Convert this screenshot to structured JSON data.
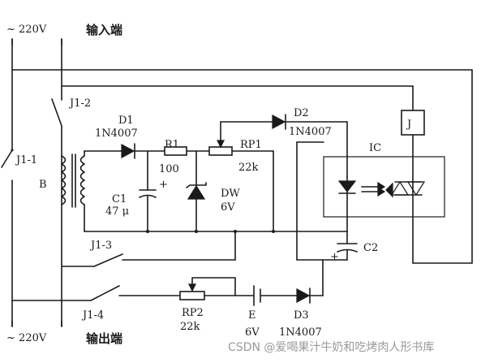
{
  "labels": {
    "ac_top": "~ 220V",
    "input_end": "输入端",
    "ac_bottom": "~ 220V",
    "output_end": "输出端",
    "j1_2": "J1-2",
    "j1_1": "J1-1",
    "j1_3": "J1-3",
    "j1_4": "J1-4",
    "b": "B",
    "d1": "D1",
    "d1_part": "1N4007",
    "r1": "R1",
    "r1_value": "100",
    "rp1": "RP1",
    "rp1_value": "22k",
    "d2": "D2",
    "d2_part": "1N4007",
    "c1": "C1",
    "c1_value": "47 μ",
    "dw": "DW",
    "dw_value": "6V",
    "j": "J",
    "ic": "IC",
    "c2": "C2",
    "rp2": "RP2",
    "rp2_value": "22k",
    "e": "E",
    "e_value": "6V",
    "d3": "D3",
    "d3_part": "1N4007",
    "plus": "+",
    "watermark": "CSDN @爱喝果汁牛奶和吃烤肉人形书库"
  }
}
